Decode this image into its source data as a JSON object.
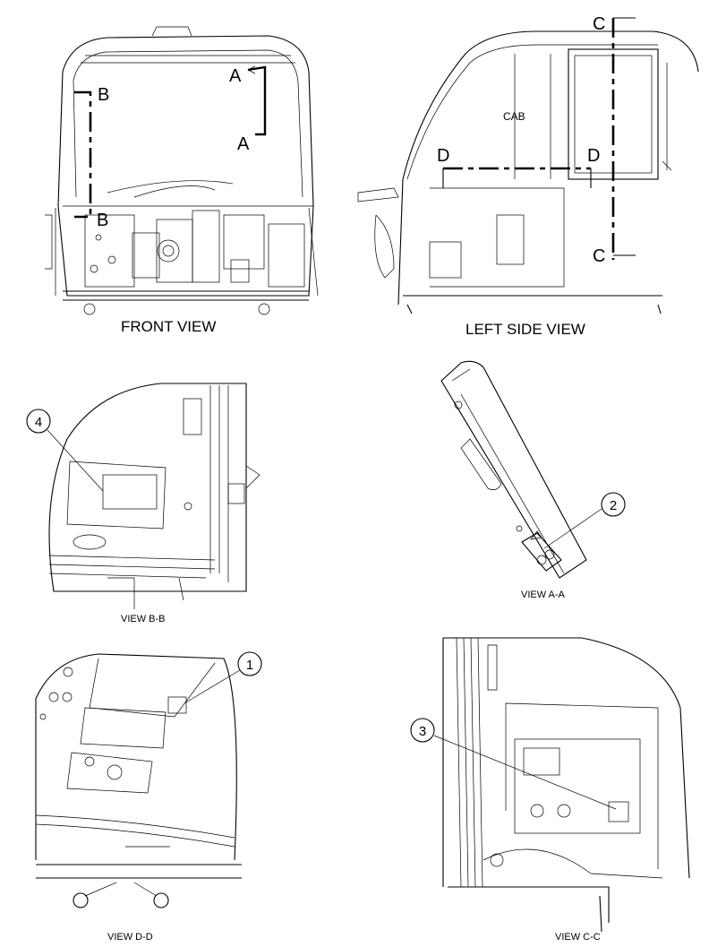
{
  "views": {
    "front": {
      "title": "FRONT VIEW",
      "section_letters": [
        "A",
        "A",
        "B",
        "B"
      ]
    },
    "left_side": {
      "title": "LEFT SIDE VIEW",
      "cab_label": "CAB",
      "section_letters": [
        "C",
        "C",
        "D",
        "D"
      ]
    },
    "view_bb": {
      "title": "VIEW B-B",
      "callout": "4"
    },
    "view_aa": {
      "title": "VIEW A-A",
      "callout": "2"
    },
    "view_dd": {
      "title": "VIEW D-D",
      "callout": "1"
    },
    "view_cc": {
      "title": "VIEW C-C",
      "callout": "3"
    }
  }
}
